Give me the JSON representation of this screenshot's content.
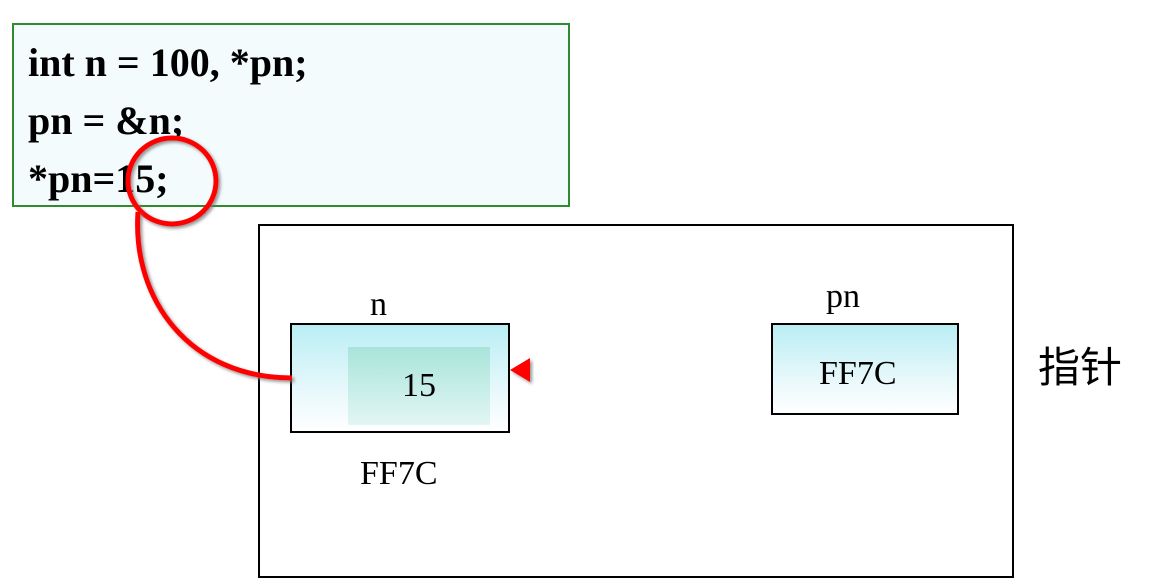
{
  "code": {
    "lines": [
      "int n = 100, *pn;",
      "pn = &n;",
      "*pn=15;"
    ]
  },
  "memory": {
    "var_n": {
      "name": "n",
      "value": "15",
      "address": "FF7C"
    },
    "var_pn": {
      "name": "pn",
      "value": "FF7C"
    }
  },
  "side_label": "指针",
  "colors": {
    "code_box_border": "#2e8b2e",
    "highlight_red": "#ff0000",
    "cell_fill": "#b9eef4"
  }
}
